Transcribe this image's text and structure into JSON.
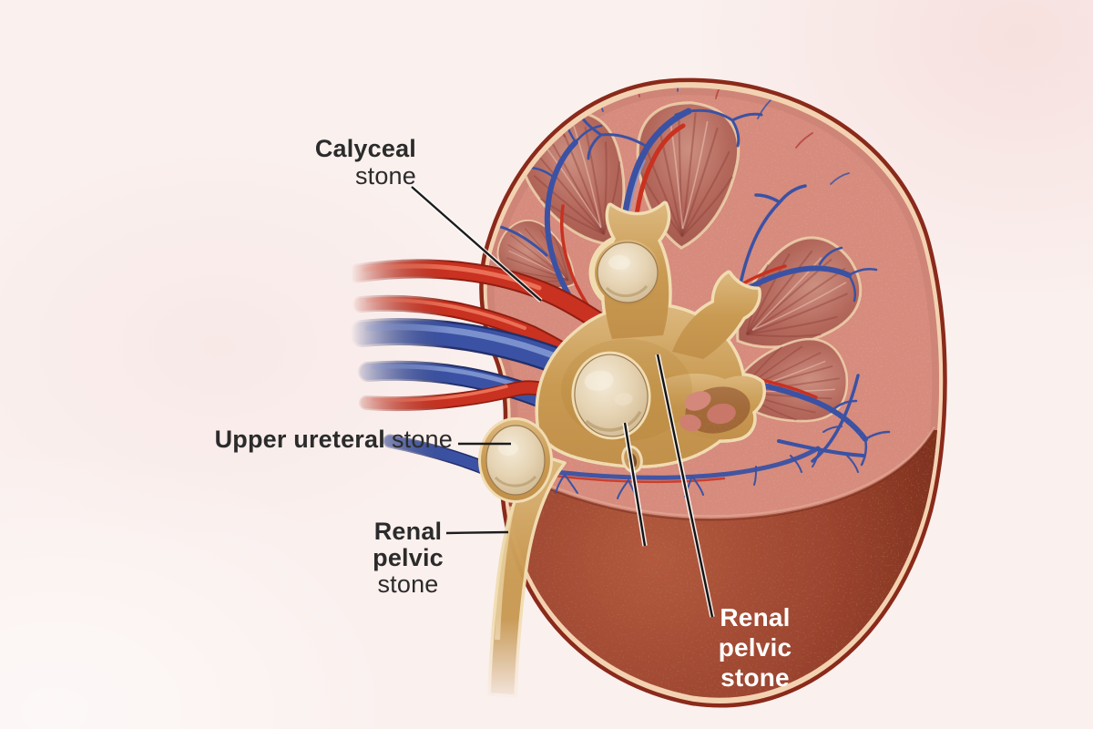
{
  "labels": {
    "calyceal": {
      "bold": "Calyceal",
      "rest": "stone"
    },
    "upper_ureteral": {
      "bold": "Upper ureteral",
      "rest": "stone"
    },
    "renal_pelvic_left": {
      "bold1": "Renal",
      "bold2": "pelvic",
      "rest": "stone"
    },
    "renal_pelvic_right": {
      "line1": "Renal",
      "line2": "pelvic",
      "line3": "stone"
    }
  },
  "colors": {
    "background": "#faf0ee",
    "capsule_outline": "#8a2a1b",
    "capsule_inner": "#f3d2b2",
    "cortex": "#d68b7d",
    "pyramid": "#b2675c",
    "pelvis_gold": "#c99a52",
    "stone": "#e6d4b4",
    "artery_red": "#c93120",
    "vein_blue": "#3b52a4",
    "intact_body": "#9c4530",
    "label_text": "#2b2b2b",
    "label_text_light": "#ffffff"
  }
}
